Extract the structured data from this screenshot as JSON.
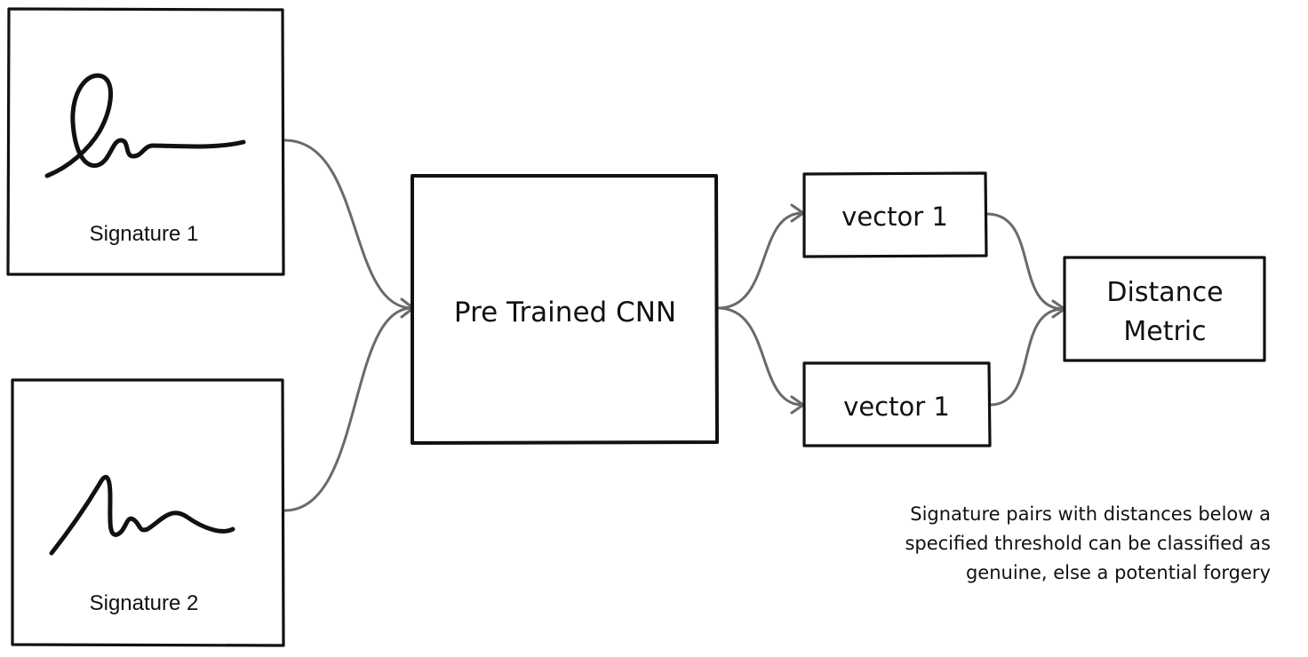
{
  "inputs": {
    "signature1_label": "Signature 1",
    "signature2_label": "Signature 2"
  },
  "model": {
    "label": "Pre Trained CNN"
  },
  "vectors": {
    "top_label": "vector 1",
    "bottom_label": "vector 1"
  },
  "metric": {
    "line1": "Distance",
    "line2": "Metric"
  },
  "note": {
    "text": "Signature pairs with distances below a specified threshold can be classified as genuine, else a potential forgery"
  },
  "colors": {
    "connector": "#6a6a6a",
    "ink": "#111111",
    "background": "#ffffff"
  }
}
